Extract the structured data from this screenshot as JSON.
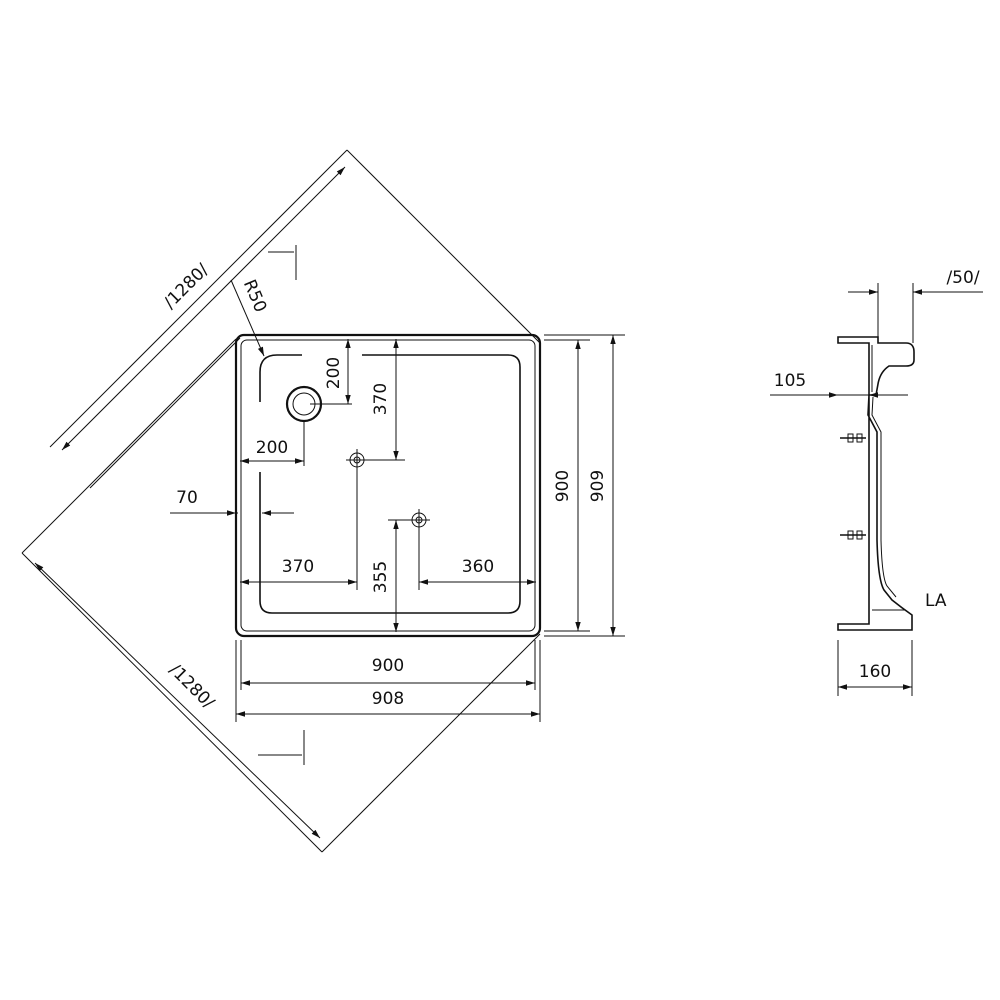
{
  "dimensions": {
    "diag_top": "/1280/",
    "diag_bottom": "/1280/",
    "radius": "R50",
    "drain_y": "200",
    "drain_x": "200",
    "drain_offset_y": "370",
    "foot_x": "370",
    "foot_y": "355",
    "foot_right": "360",
    "edge": "70",
    "inner_width": "900",
    "outer_width": "908",
    "inner_height": "900",
    "outer_height": "909",
    "section_top": "/50/",
    "section_depth": "105",
    "section_base": "160",
    "section_label": "LA"
  }
}
